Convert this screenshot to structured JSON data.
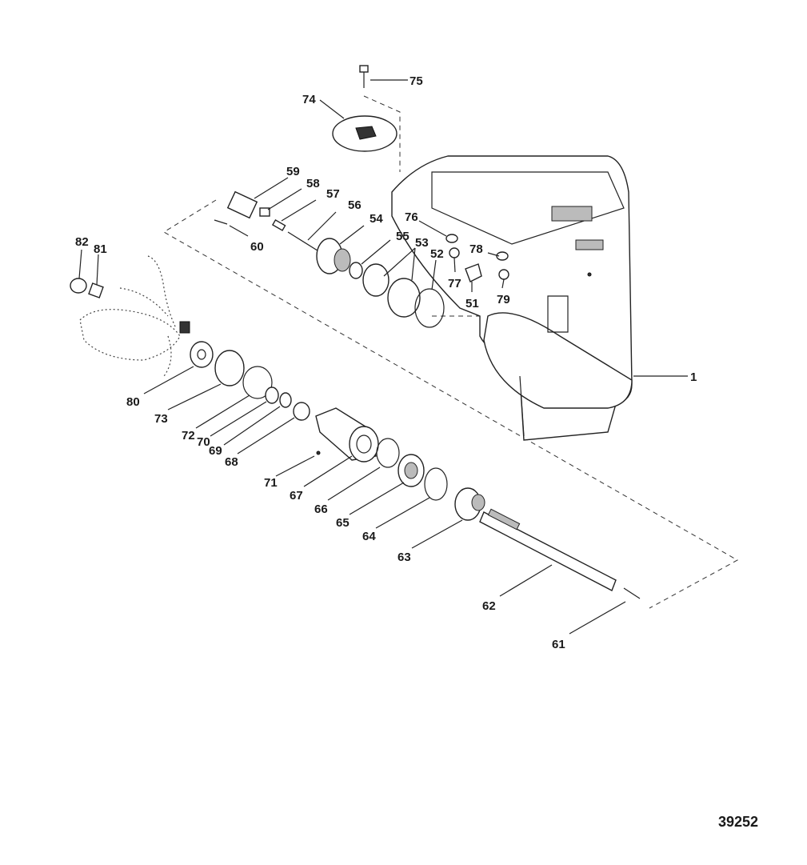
{
  "figure_number": "39252",
  "callouts": {
    "c1": "1",
    "c51": "51",
    "c52": "52",
    "c53": "53",
    "c54": "54",
    "c55": "55",
    "c56": "56",
    "c57": "57",
    "c58": "58",
    "c59": "59",
    "c60": "60",
    "c61": "61",
    "c62": "62",
    "c63": "63",
    "c64": "64",
    "c65": "65",
    "c66": "66",
    "c67": "67",
    "c68": "68",
    "c69": "69",
    "c70": "70",
    "c71": "71",
    "c72": "72",
    "c73": "73",
    "c74": "74",
    "c75": "75",
    "c76": "76",
    "c77": "77",
    "c78": "78",
    "c79": "79",
    "c80": "80",
    "c81": "81",
    "c82": "82"
  }
}
